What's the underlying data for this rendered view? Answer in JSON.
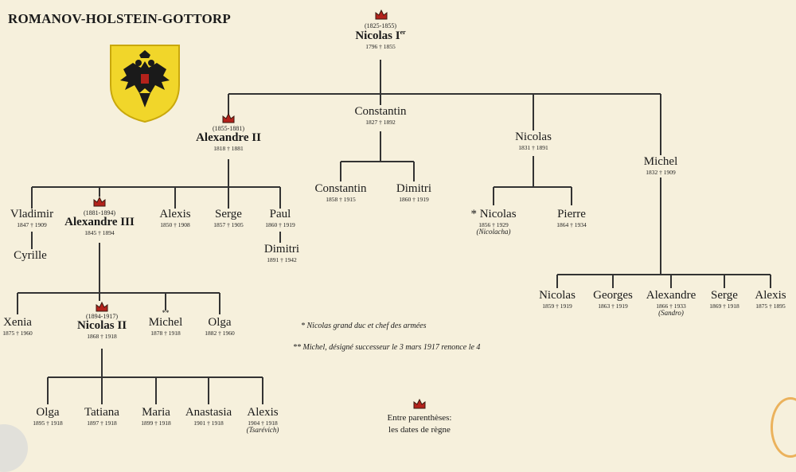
{
  "title": "ROMANOV-HOLSTEIN-GOTTORP",
  "colors": {
    "background": "#f6f0dc",
    "line": "#333333",
    "crest_gold": "#f1d62a",
    "crown_red": "#b3221b"
  },
  "nodes": {
    "nicolas1": {
      "reign": "(1825-1855)",
      "name": "Nicolas I",
      "sup": "er",
      "dates": "1796 † 1855"
    },
    "alexandre2": {
      "reign": "(1855-1881)",
      "name": "Alexandre II",
      "dates": "1818 † 1881"
    },
    "constantin": {
      "name": "Constantin",
      "dates": "1827 † 1892"
    },
    "nicolas_b": {
      "name": "Nicolas",
      "dates": "1831 † 1891"
    },
    "michel": {
      "name": "Michel",
      "dates": "1832 † 1909"
    },
    "constantin2": {
      "name": "Constantin",
      "dates": "1858 † 1915"
    },
    "dimitri1": {
      "name": "Dimitri",
      "dates": "1860 † 1919"
    },
    "nicolas_n": {
      "name": "* Nicolas",
      "dates": "1856 † 1929",
      "nick": "(Nicolacha)"
    },
    "pierre": {
      "name": "Pierre",
      "dates": "1864 † 1934"
    },
    "vladimir": {
      "name": "Vladimir",
      "dates": "1847 † 1909"
    },
    "cyrille": {
      "name": "Cyrille"
    },
    "alexandre3": {
      "reign": "(1881-1894)",
      "name": "Alexandre III",
      "dates": "1845 † 1894"
    },
    "alexis1": {
      "name": "Alexis",
      "dates": "1850 † 1908"
    },
    "serge1": {
      "name": "Serge",
      "dates": "1857 † 1905"
    },
    "paul": {
      "name": "Paul",
      "dates": "1860 † 1919"
    },
    "dimitri2": {
      "name": "Dimitri",
      "dates": "1891 † 1942"
    },
    "xenia": {
      "name": "Xenia",
      "dates": "1875 † 1960"
    },
    "nicolas2": {
      "reign": "(1894-1917)",
      "name": "Nicolas II",
      "dates": "1868 † 1918"
    },
    "michel2": {
      "name": "Michel",
      "dates": "1878 † 1918"
    },
    "olga1": {
      "name": "Olga",
      "dates": "1882 † 1960"
    },
    "olga2": {
      "name": "Olga",
      "dates": "1895 † 1918"
    },
    "tatiana": {
      "name": "Tatiana",
      "dates": "1897 † 1918"
    },
    "maria": {
      "name": "Maria",
      "dates": "1899 † 1918"
    },
    "anastasia": {
      "name": "Anastasia",
      "dates": "1901 † 1918"
    },
    "alexis2": {
      "name": "Alexis",
      "dates": "1904 † 1918",
      "nick": "(Tsarévich)"
    },
    "m_nicolas": {
      "name": "Nicolas",
      "dates": "1859 † 1919"
    },
    "m_georges": {
      "name": "Georges",
      "dates": "1863 † 1919"
    },
    "m_alexandre": {
      "name": "Alexandre",
      "dates": "1866 † 1933",
      "nick": "(Sandro)"
    },
    "m_serge": {
      "name": "Serge",
      "dates": "1869 † 1918"
    },
    "m_alexis": {
      "name": "Alexis",
      "dates": "1875 † 1895"
    }
  },
  "notes": {
    "note1": "* Nicolas grand duc et chef des armées",
    "note2": "** Michel, désigné successeur  le 3 mars 1917  renonce le 4"
  },
  "legend": {
    "line1": "Entre parenthèses:",
    "line2": "les dates de règne"
  },
  "michel2_mark": "**"
}
